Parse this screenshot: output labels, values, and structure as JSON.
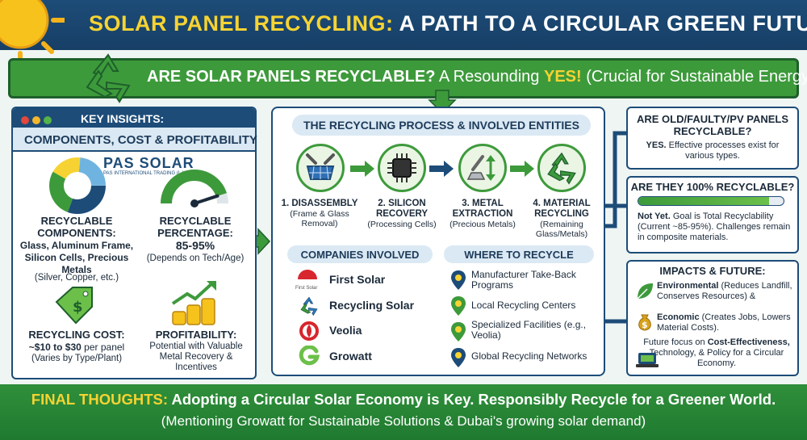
{
  "header": {
    "title_part1": "SOLAR PANEL RECYCLING:",
    "title_part2": " A PATH TO A CIRCULAR GREEN FUTURE"
  },
  "banner": {
    "question": "ARE SOLAR PANELS RECYCLABLE?",
    "answer_pre": " A Resounding ",
    "answer_yes": "YES!",
    "answer_post": " (Crucial for Sustainable Energy)"
  },
  "left_panel": {
    "header": "KEY INSIGHTS:",
    "subtitle": "COMPONENTS, COST & PROFITABILITY",
    "logo_name": "PAS SOLAR",
    "logo_sub": "PAS INTERNATIONAL TRADING (L.L.C)",
    "components_head": "RECYCLABLE COMPONENTS:",
    "components_body": "Glass, Aluminum Frame, Silicon Cells, Precious Metals",
    "components_note": "(Silver, Copper, etc.)",
    "percentage_head": "RECYCLABLE PERCENTAGE:",
    "percentage_value": "85-95%",
    "percentage_note": "(Depends on Tech/Age)",
    "percentage_gauge": 0.9,
    "cost_head": "RECYCLING COST:",
    "cost_value_pre": "~$10 to $30",
    "cost_value_post": " per panel",
    "cost_note": "(Varies by Type/Plant)",
    "profit_head": "PROFITABILITY:",
    "profit_body": "Potential with Valuable Metal Recovery & Incentives"
  },
  "middle_panel": {
    "title": "THE RECYCLING PROCESS & INVOLVED ENTITIES",
    "steps": [
      {
        "head": "1. DISASSEMBLY",
        "body": "(Frame & Glass Removal)"
      },
      {
        "head": "2. SILICON RECOVERY",
        "body": "(Processing Cells)"
      },
      {
        "head": "3. METAL EXTRACTION",
        "body": "(Precious Metals)"
      },
      {
        "head": "4. MATERIAL RECYCLING",
        "body": "(Remaining Glass/Metals)"
      }
    ],
    "companies_title": "COMPANIES INVOLVED",
    "companies": [
      "First Solar",
      "Recycling Solar",
      "Veolia",
      "Growatt"
    ],
    "first_solar_mark": "First Solar",
    "where_title": "WHERE TO RECYCLE",
    "places": [
      "Manufacturer Take-Back Programs",
      "Local Recycling Centers",
      "Specialized Facilities (e.g., Veolia)",
      "Global Recycling Networks"
    ]
  },
  "right_panels": {
    "old_head": "ARE OLD/FAULTY/PV PANELS RECYCLABLE?",
    "old_yes": "YES.",
    "old_body": " Effective processes exist for various types.",
    "full_head": "ARE THEY 100% RECYCLABLE?",
    "full_progress": 0.9,
    "full_not": "Not Yet.",
    "full_body": " Goal is Total Recyclability (Current ~85-95%). Challenges remain in composite materials.",
    "impact_head": "IMPACTS & FUTURE:",
    "env_label": "Environmental",
    "env_body": " (Reduces Landfill, Conserves Resources) &",
    "eco_label": "Economic",
    "eco_body": " (Creates Jobs, Lowers Material Costs).",
    "future_pre": "Future focus on ",
    "future_bold": "Cost-Effectiveness,",
    "future_post": " Technology, & Policy for a Circular Economy."
  },
  "footer": {
    "label": "FINAL THOUGHTS:",
    "line1": " Adopting a Circular Solar Economy is Key. Responsibly Recycle for a Greener World.",
    "line2": "(Mentioning Growatt for Sustainable Solutions & Dubai's growing solar demand)"
  },
  "colors": {
    "navy": "#1d4c78",
    "green": "#3d9a3b",
    "yellow": "#f6d332"
  }
}
